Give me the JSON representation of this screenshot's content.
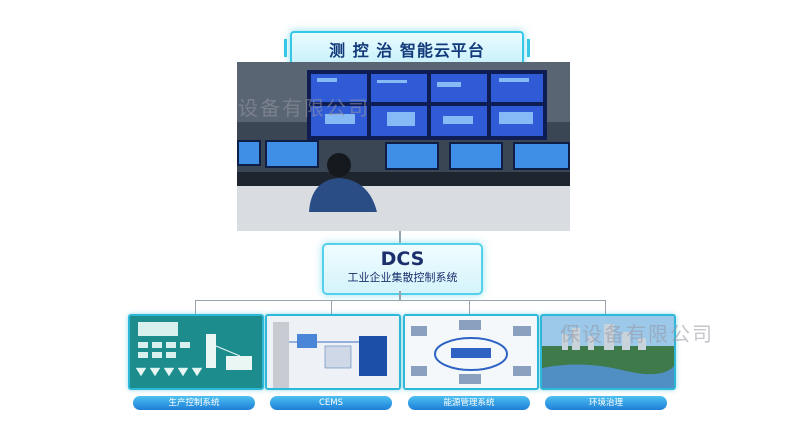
{
  "title": "测 控 治 智能云平台",
  "dcs": {
    "title": "DCS",
    "subtitle": "工业企业集散控制系统"
  },
  "watermark_top": "设备有限公司",
  "watermark_bottom": "保设备有限公司",
  "systems": [
    {
      "label": "生产控制系统"
    },
    {
      "label": "CEMS"
    },
    {
      "label": "能源管理系统"
    },
    {
      "label": "环境治理"
    }
  ],
  "colors": {
    "accent": "#36c7e6",
    "title_text": "#123a7a",
    "label_bg": "#1f7fd8",
    "teal_panel": "#1c8c8c"
  }
}
